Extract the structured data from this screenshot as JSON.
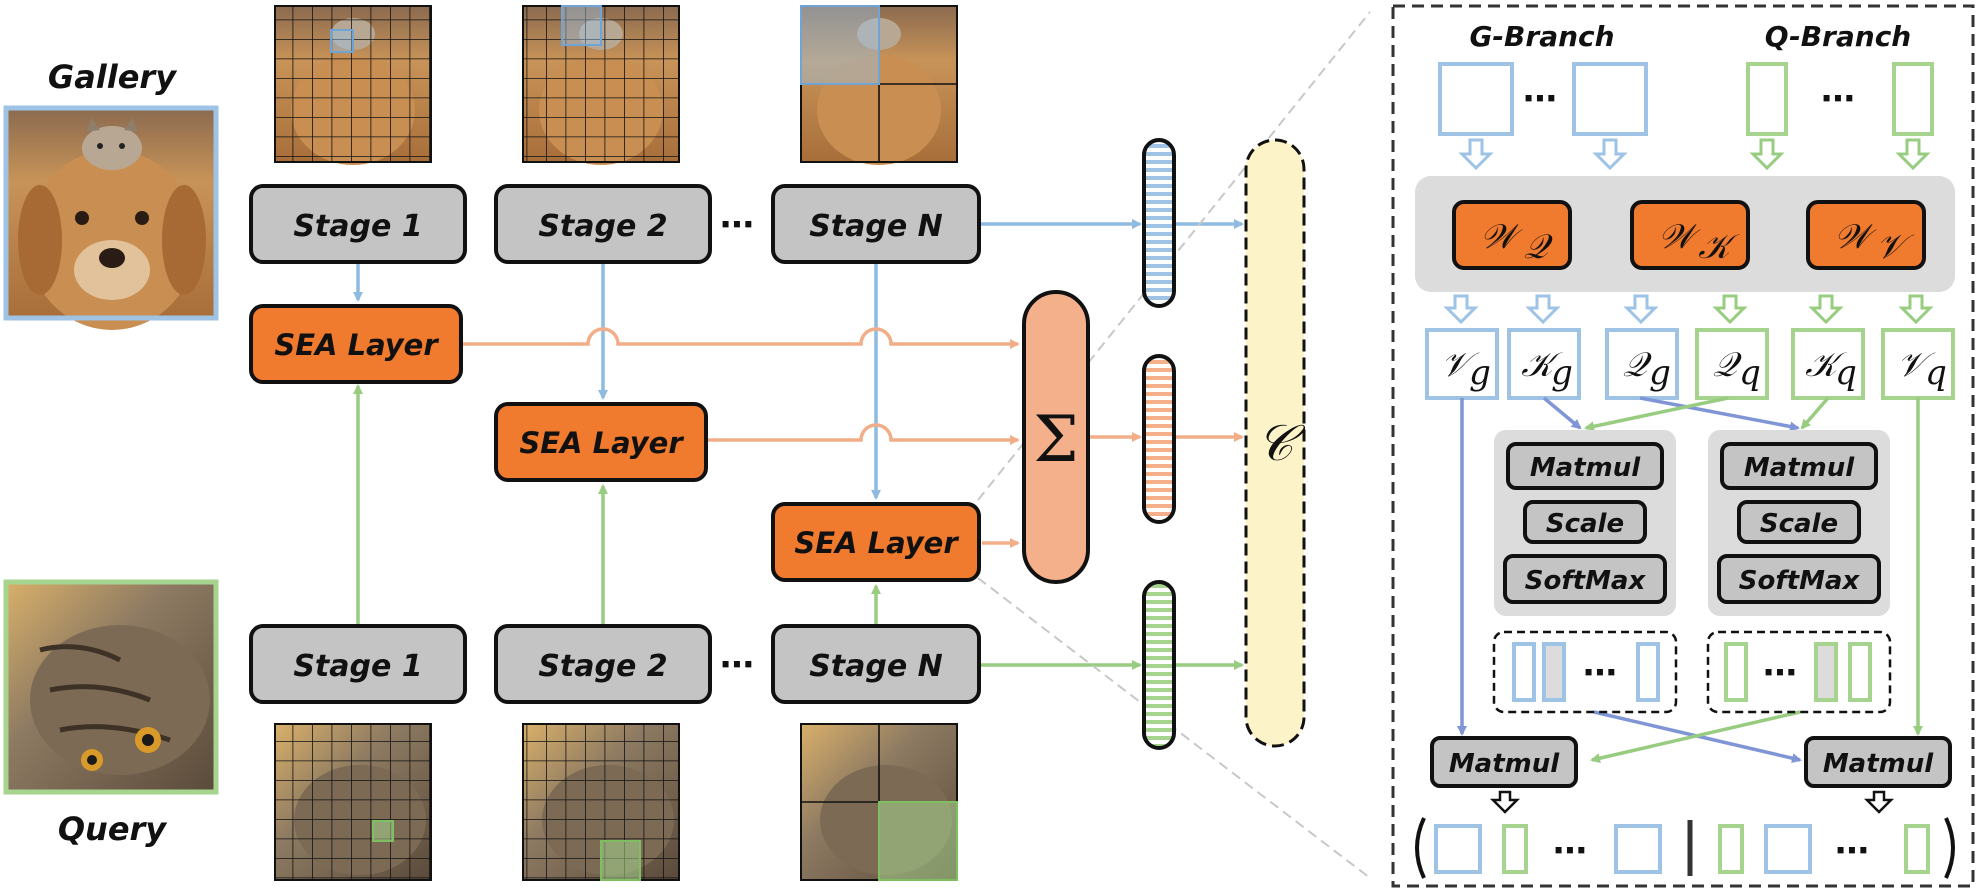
{
  "labels": {
    "gallery": "Gallery",
    "query": "Query",
    "stage_1": "Stage 1",
    "stage_2": "Stage 2",
    "stage_n": "Stage N",
    "sea_layer": "SEA Layer",
    "sum_symbol": "Σ",
    "c_symbol": "𝒞",
    "ellipsis": "⋯"
  },
  "detail": {
    "g_branch": "G-Branch",
    "q_branch": "Q-Branch",
    "weights": [
      {
        "base": "𝒲",
        "sub": "𝒬"
      },
      {
        "base": "𝒲",
        "sub": "𝒦"
      },
      {
        "base": "𝒲",
        "sub": "𝒱"
      }
    ],
    "tokens": [
      {
        "base": "𝒱",
        "sub": "g"
      },
      {
        "base": "𝒦",
        "sub": "g"
      },
      {
        "base": "𝒬",
        "sub": "g"
      },
      {
        "base": "𝒬",
        "sub": "q"
      },
      {
        "base": "𝒦",
        "sub": "q"
      },
      {
        "base": "𝒱",
        "sub": "q"
      }
    ],
    "ops": [
      "Matmul",
      "Scale",
      "SoftMax"
    ],
    "matmul": "Matmul"
  },
  "colors": {
    "orange": "#f07a2e",
    "light_orange": "#f4b08a",
    "gray_box": "#c4c4c4",
    "panel_gray": "#dcdcdc",
    "blue": "#9ec3e4",
    "green": "#a6d48e",
    "cream": "#fdf3c8",
    "arrow_blue": "#8fbbe0",
    "arrow_green": "#98cc80",
    "arrow_orange": "#f2ae88",
    "arrow_indigo": "#7f95d6"
  }
}
